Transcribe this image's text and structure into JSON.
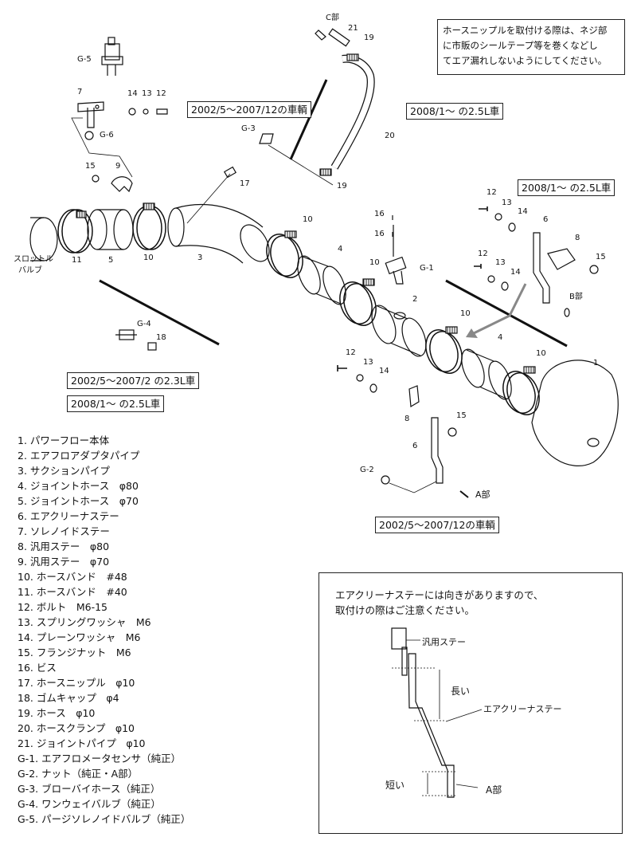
{
  "note": {
    "lines": [
      "ホースニップルを取付ける際は、ネジ部",
      "に市販のシールテープ等を巻くなどし",
      "てエア漏れしないようにしてください。"
    ]
  },
  "captions": {
    "top_left": "2002/5〜2007/12の車輌",
    "top_mid": "2008/1〜 の2.5L車",
    "right": "2008/1〜 の2.5L車",
    "left_a": "2002/5〜2007/2 の2.3L車",
    "left_b": "2008/1〜 の2.5L車",
    "bottom": "2002/5〜2007/12の車輌"
  },
  "labels": {
    "g5": "G-5",
    "g6": "G-6",
    "g3": "G-3",
    "g4": "G-4",
    "g1": "G-1",
    "g2": "G-2",
    "c_part": "C部",
    "b_part": "B部",
    "a_part": "A部",
    "throttle1": "スロットル",
    "throttle2": "バルブ",
    "n1": "1",
    "n2": "2",
    "n3": "3",
    "n4a": "4",
    "n4b": "4",
    "n5": "5",
    "n6a": "6",
    "n6b": "6",
    "n7": "7",
    "n8a": "8",
    "n8b": "8",
    "n9": "9",
    "n10a": "10",
    "n10b": "10",
    "n10c": "10",
    "n10d": "10",
    "n10e": "10",
    "n11": "11",
    "n12a": "12",
    "n12b": "12",
    "n12c": "12",
    "n12d": "12",
    "n13a": "13",
    "n13b": "13",
    "n13c": "13",
    "n13d": "13",
    "n14a": "14",
    "n14b": "14",
    "n14c": "14",
    "n14d": "14",
    "n15a": "15",
    "n15b": "15",
    "n15c": "15",
    "n16a": "16",
    "n16b": "16",
    "n17": "17",
    "n18": "18",
    "n19a": "19",
    "n19b": "19",
    "n20": "20",
    "n21": "21"
  },
  "parts_list": [
    "1. パワーフロー本体",
    "2. エアフロアダプタパイプ",
    "3. サクションパイプ",
    "4. ジョイントホース　φ80",
    "5. ジョイントホース　φ70",
    "6. エアクリーナステー",
    "7. ソレノイドステー",
    "8. 汎用ステー　φ80",
    "9. 汎用ステー　φ70",
    "10. ホースバンド　#48",
    "11. ホースバンド　#40",
    "12. ボルト　M6-15",
    "13. スプリングワッシャ　M6",
    "14. プレーンワッシャ　M6",
    "15. フランジナット　M6",
    "16. ビス",
    "17. ホースニップル　φ10",
    "18. ゴムキャップ　φ4",
    "19. ホース　φ10",
    "20. ホースクランプ　φ10",
    "21. ジョイントパイプ　φ10",
    "G-1. エアフロメータセンサ（純正）",
    "G-2. ナット（純正・A部）",
    "G-3. ブローバイホース（純正）",
    "G-4. ワンウェイバルブ（純正）",
    "G-5. パージソレノイドバルブ（純正）"
  ],
  "stay_box": {
    "lines": [
      "エアクリーナステーには向きがありますので、",
      "取付けの際はご注意ください。"
    ],
    "general_stay": "汎用ステー",
    "long": "長い",
    "cleaner_stay": "エアクリーナステー",
    "short": "短い",
    "a_part": "A部"
  }
}
